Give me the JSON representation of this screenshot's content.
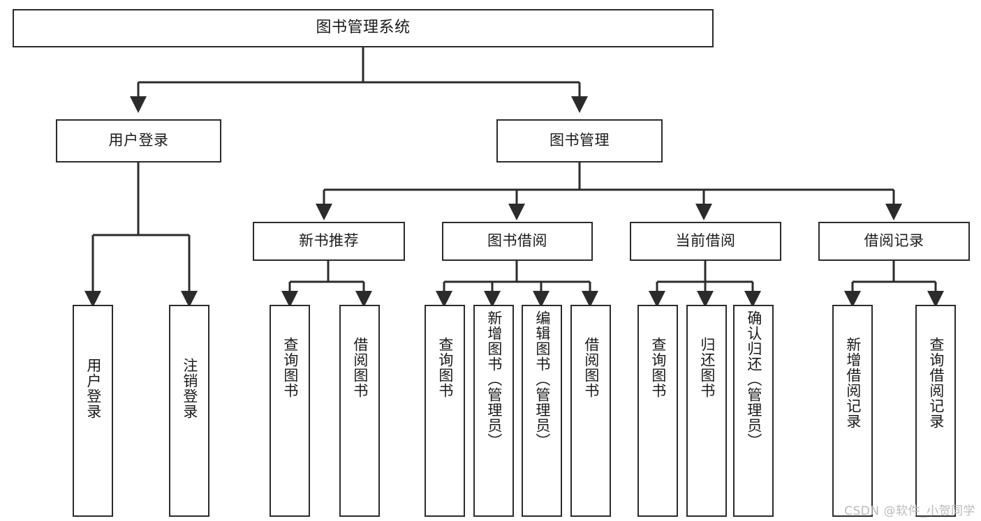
{
  "diagram": {
    "title": "图书管理系统",
    "type": "tree-hierarchy-chart",
    "watermark": "CSDN @软件_小贺同学",
    "colors": {
      "stroke": "#2b2b2b",
      "fill": "#ffffff",
      "text": "#1a1a1a",
      "watermark": "#b9b9b9"
    },
    "levels": {
      "root": {
        "label": "图书管理系统"
      },
      "level1": [
        {
          "id": "user-login",
          "label": "用户登录"
        },
        {
          "id": "book-manage",
          "label": "图书管理"
        }
      ],
      "level2": [
        {
          "id": "new-book-rec",
          "label": "新书推荐",
          "parent": "book-manage"
        },
        {
          "id": "book-borrow",
          "label": "图书借阅",
          "parent": "book-manage"
        },
        {
          "id": "current-borrow",
          "label": "当前借阅",
          "parent": "book-manage"
        },
        {
          "id": "borrow-record",
          "label": "借阅记录",
          "parent": "book-manage"
        }
      ],
      "leaves": [
        {
          "id": "leaf-user-login",
          "label": "用户登录",
          "parent": "user-login"
        },
        {
          "id": "leaf-user-logout",
          "label": "注销登录",
          "parent": "user-login"
        },
        {
          "id": "leaf-query-book-1",
          "label": "查询图书",
          "parent": "new-book-rec"
        },
        {
          "id": "leaf-borrow-book-1",
          "label": "借阅图书",
          "parent": "new-book-rec"
        },
        {
          "id": "leaf-query-book-2",
          "label": "查询图书",
          "parent": "book-borrow"
        },
        {
          "id": "leaf-add-book",
          "label": "新增图书（管理员）",
          "parent": "book-borrow"
        },
        {
          "id": "leaf-edit-book",
          "label": "编辑图书（管理员）",
          "parent": "book-borrow"
        },
        {
          "id": "leaf-borrow-book-2",
          "label": "借阅图书",
          "parent": "book-borrow"
        },
        {
          "id": "leaf-query-book-3",
          "label": "查询图书",
          "parent": "current-borrow"
        },
        {
          "id": "leaf-return-book",
          "label": "归还图书",
          "parent": "current-borrow"
        },
        {
          "id": "leaf-confirm-return",
          "label": "确认归还（管理员）",
          "parent": "current-borrow"
        },
        {
          "id": "leaf-add-record",
          "label": "新增借阅记录",
          "parent": "borrow-record"
        },
        {
          "id": "leaf-query-record",
          "label": "查询借阅记录",
          "parent": "borrow-record"
        }
      ]
    }
  }
}
